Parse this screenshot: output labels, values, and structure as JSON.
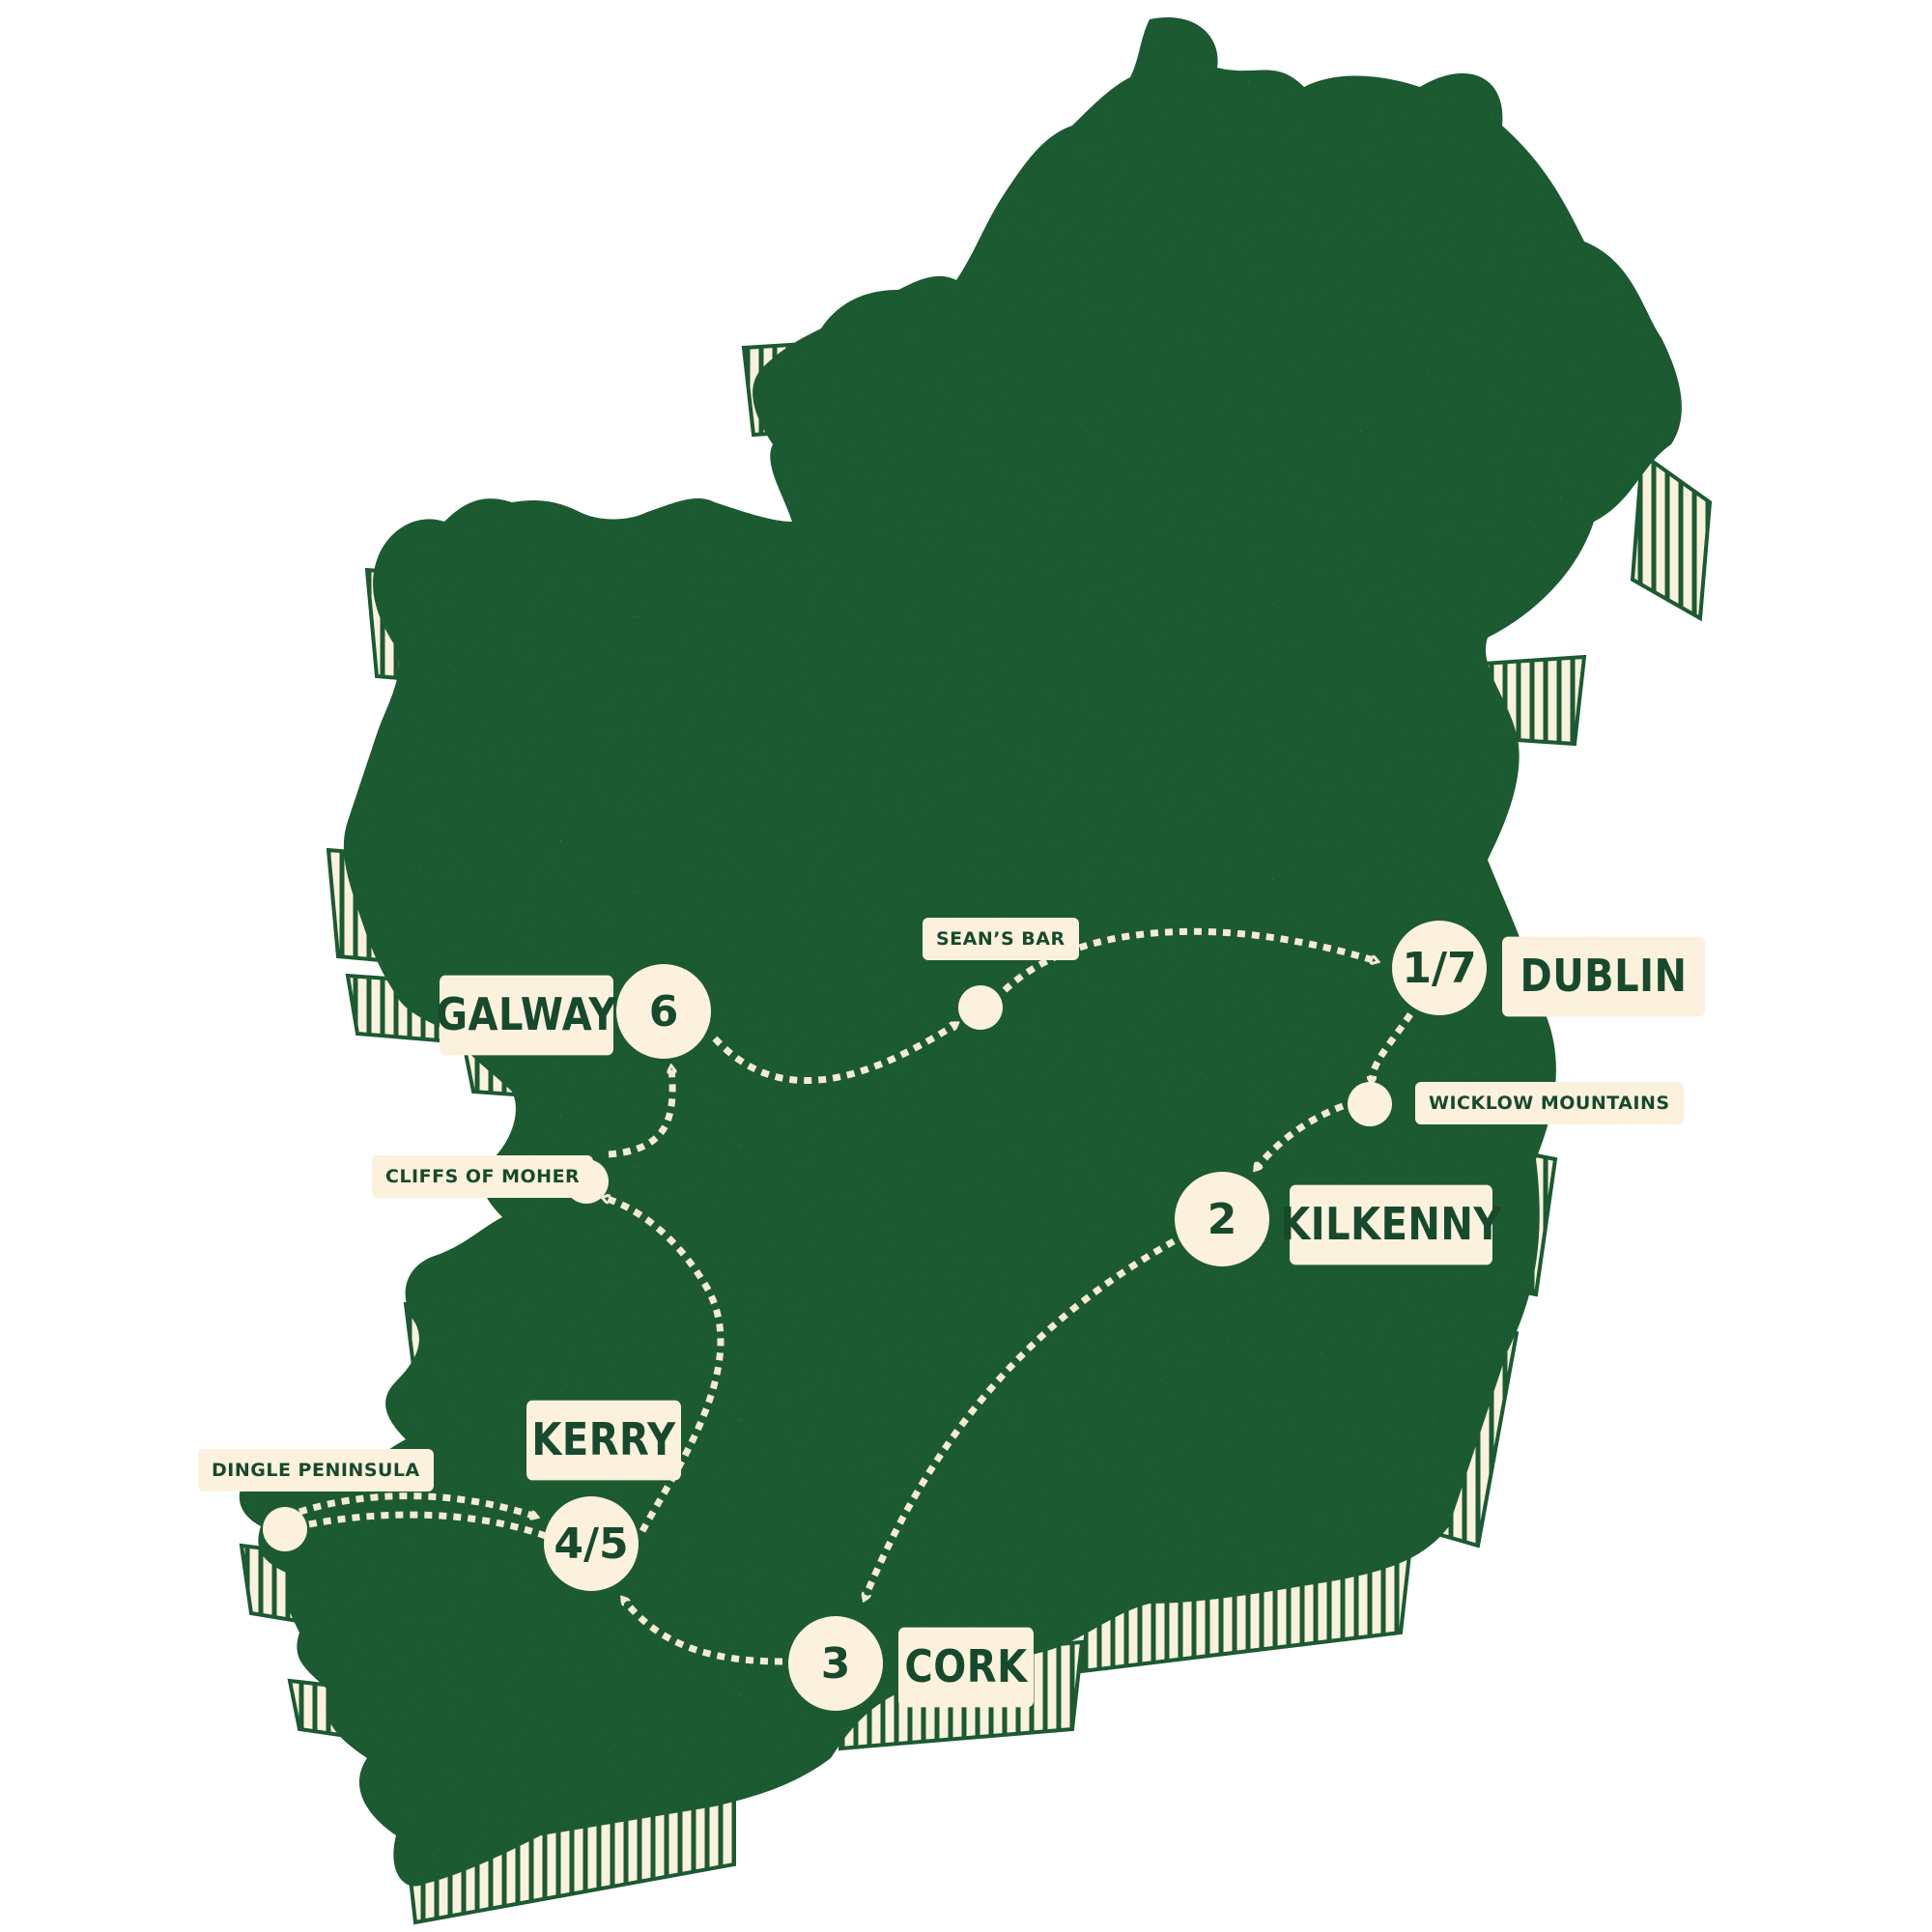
{
  "map": {
    "land_color": "#1b5a32",
    "label_color": "#fbf1dc",
    "text_color": "#174a2c",
    "route_color": "#f5ead2"
  },
  "stops": {
    "dublin": {
      "number": "1/7",
      "label": "DUBLIN"
    },
    "kilkenny": {
      "number": "2",
      "label": "KILKENNY"
    },
    "cork": {
      "number": "3",
      "label": "CORK"
    },
    "kerry": {
      "number": "4/5",
      "label": "KERRY"
    },
    "galway": {
      "number": "6",
      "label": "GALWAY"
    }
  },
  "waypoints": {
    "seans_bar": "SEAN’S BAR",
    "wicklow": "WICKLOW MOUNTAINS",
    "moher": "CLIFFS OF MOHER",
    "dingle": "DINGLE PENINSULA"
  }
}
